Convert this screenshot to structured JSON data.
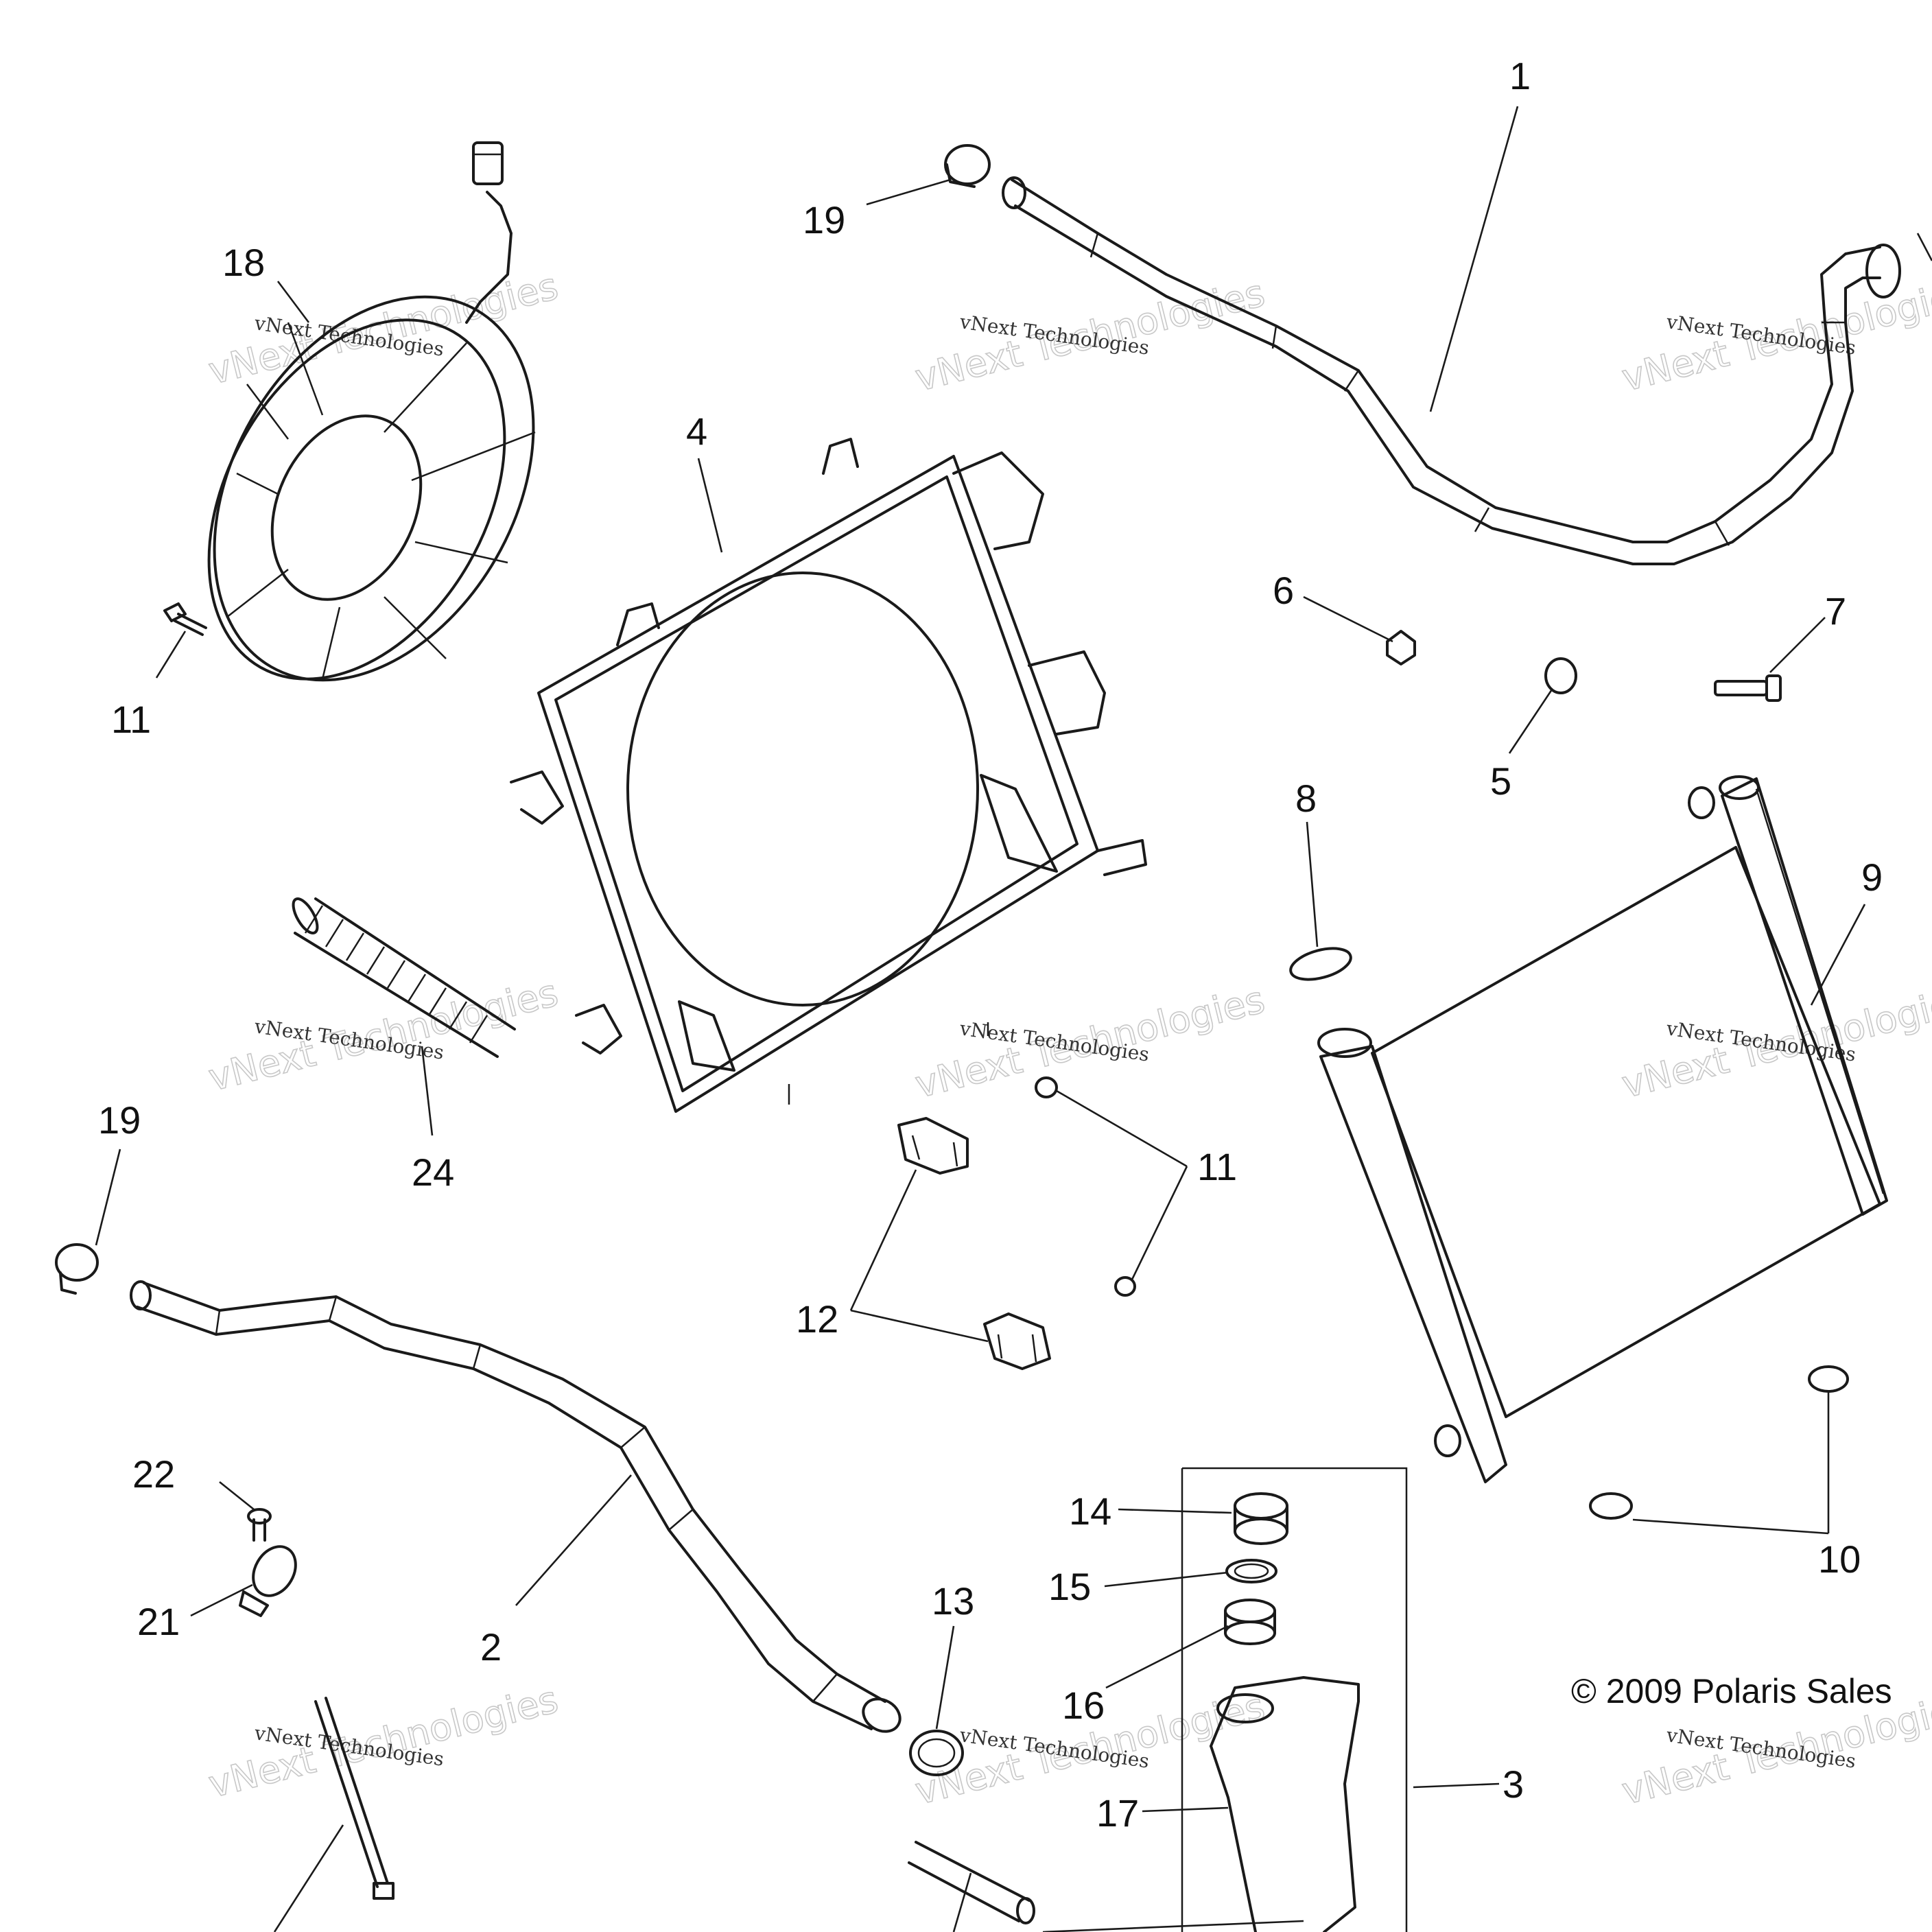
{
  "callouts": [
    {
      "id": "1",
      "label": "1"
    },
    {
      "id": "2",
      "label": "2"
    },
    {
      "id": "3",
      "label": "3"
    },
    {
      "id": "4",
      "label": "4"
    },
    {
      "id": "5",
      "label": "5"
    },
    {
      "id": "6",
      "label": "6"
    },
    {
      "id": "7",
      "label": "7"
    },
    {
      "id": "8",
      "label": "8"
    },
    {
      "id": "9",
      "label": "9"
    },
    {
      "id": "10",
      "label": "10"
    },
    {
      "id": "11a",
      "label": "11"
    },
    {
      "id": "11b",
      "label": "11"
    },
    {
      "id": "12",
      "label": "12"
    },
    {
      "id": "13",
      "label": "13"
    },
    {
      "id": "14",
      "label": "14"
    },
    {
      "id": "15",
      "label": "15"
    },
    {
      "id": "16",
      "label": "16"
    },
    {
      "id": "17",
      "label": "17"
    },
    {
      "id": "18",
      "label": "18"
    },
    {
      "id": "19a",
      "label": "19"
    },
    {
      "id": "19b",
      "label": "19"
    },
    {
      "id": "21",
      "label": "21"
    },
    {
      "id": "22",
      "label": "22"
    },
    {
      "id": "24",
      "label": "24"
    }
  ],
  "copyright": "© 2009 Polaris Sales",
  "watermark": {
    "line1": "vNext Technologies",
    "line2": "vNext Technologies"
  }
}
